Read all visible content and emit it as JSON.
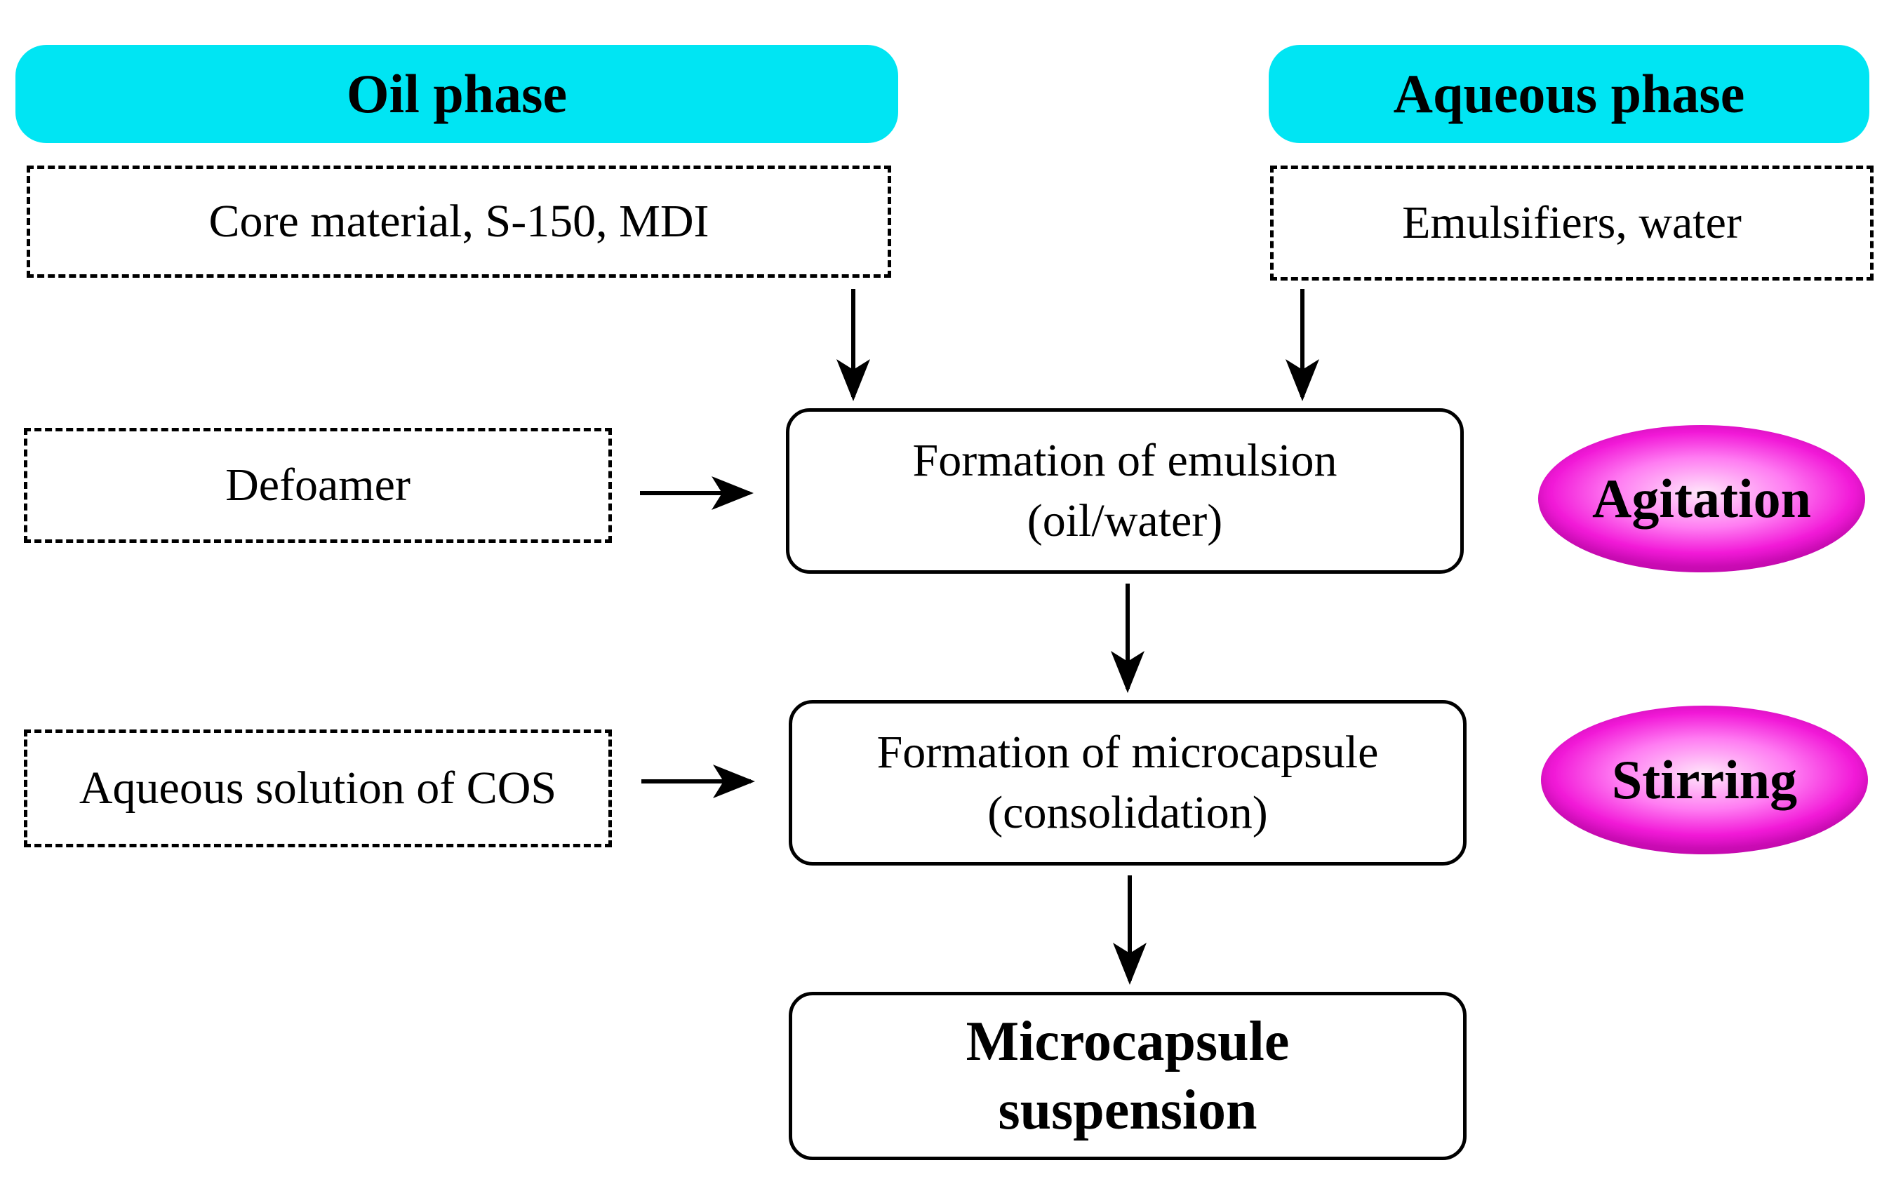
{
  "phases": {
    "oil": "Oil phase",
    "aqueous": "Aqueous phase"
  },
  "inputs": {
    "oil_components": "Core material, S-150, MDI",
    "aqueous_components": "Emulsifiers, water",
    "defoamer": "Defoamer",
    "cos_solution": "Aqueous solution of COS"
  },
  "steps": {
    "emulsion_line1": "Formation of emulsion",
    "emulsion_line2": "(oil/water)",
    "microcapsule_line1": "Formation of microcapsule",
    "microcapsule_line2": "(consolidation)",
    "final_line1": "Microcapsule",
    "final_line2": "suspension"
  },
  "conditions": {
    "agitation": "Agitation",
    "stirring": "Stirring"
  },
  "colors": {
    "phase_header": "#00e5f3",
    "condition_oval": "#f21ad8"
  }
}
